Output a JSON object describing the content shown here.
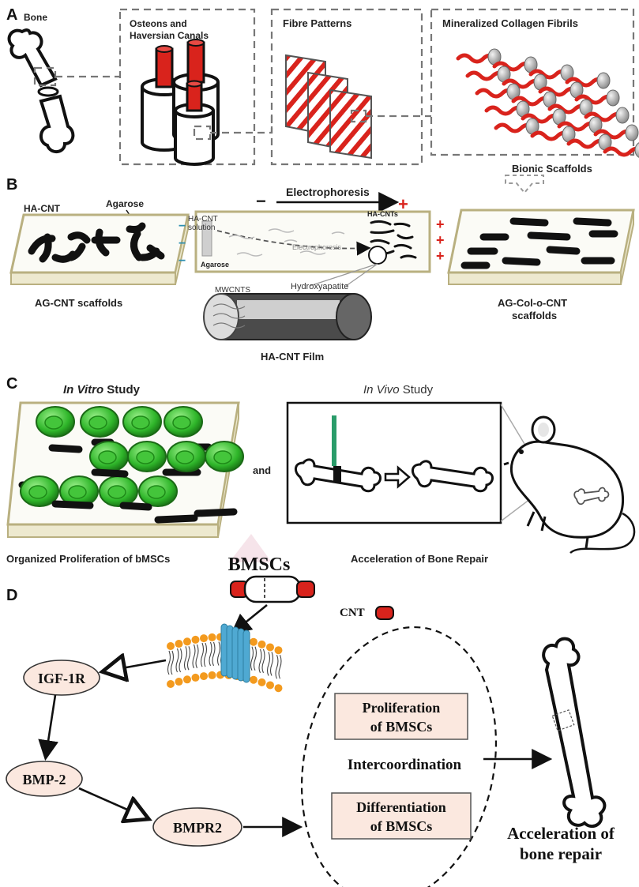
{
  "panels": {
    "a": {
      "letter": "A",
      "bone": "Bone",
      "osteons_line1": "Osteons and",
      "osteons_line2": "Haversian Canals",
      "fibre": "Fibre Patterns",
      "fibrils": "Mineralized Collagen Fibrils",
      "bionic": "Bionic Scaffolds"
    },
    "b": {
      "letter": "B",
      "hacnt": "HA-CNT",
      "agarose": "Agarose",
      "ag_cnt": "AG-CNT scaffolds",
      "electrophoresis": "Electrophoresis",
      "solution_line1": "HA-CNT",
      "solution_line2": "solution",
      "agarose_small": "Agarose",
      "hacnts": "HA-CNTs",
      "electrophoresis_small": "Electrophoresis",
      "mwcnts": "MWCNTS",
      "hydroxyapatite": "Hydroxyapatite",
      "hacnt_film": "HA-CNT Film",
      "agcol_line1": "AG-Col-o-CNT",
      "agcol_line2": "scaffolds",
      "minus": "−",
      "plus": "+"
    },
    "c": {
      "letter": "C",
      "in_vitro_italic": "In Vitro",
      "in_vivo_italic": "In Vivo",
      "study": " Study",
      "and": "and",
      "organized": "Organized Proliferation of bMSCs",
      "acceleration": "Acceleration of Bone Repair"
    },
    "d": {
      "letter": "D",
      "bmscs": "BMSCs",
      "cnt": "CNT",
      "igf1r": "IGF-1R",
      "bmp2": "BMP-2",
      "bmpr2": "BMPR2",
      "prolif_line1": "Proliferation",
      "prolif_line2": "of BMSCs",
      "intercoord": "Intercoordination",
      "diff_line1": "Differentiation",
      "diff_line2": "of BMSCs",
      "accel_line1": "Acceleration of",
      "accel_line2": "bone repair"
    }
  },
  "colors": {
    "cnt_red": "#d9231c",
    "cell_green": "#33c02f",
    "node_fill": "#fbe8df",
    "membrane_orange": "#f39a1e",
    "channel_blue": "#4fa9d2"
  }
}
